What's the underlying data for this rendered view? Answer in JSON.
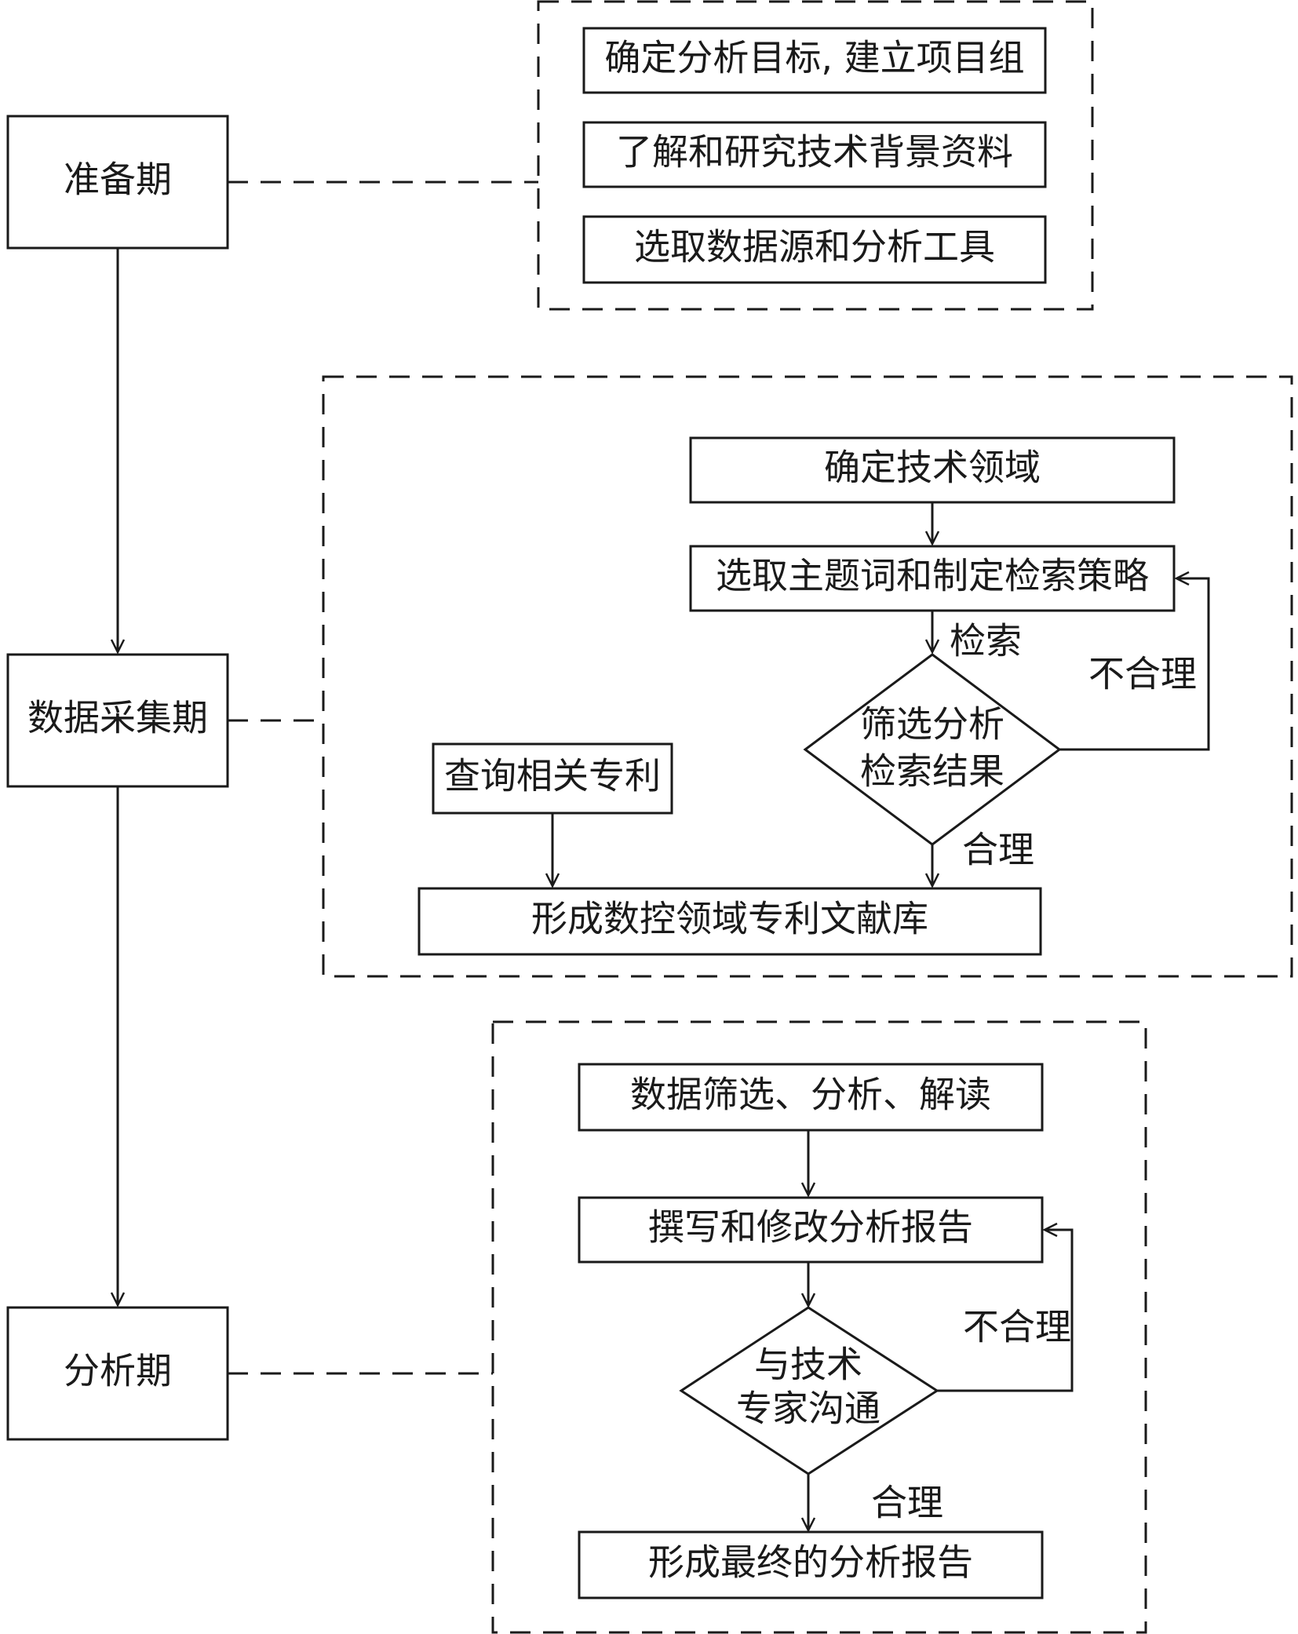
{
  "phases": {
    "prep": "准备期",
    "collect": "数据采集期",
    "analysis": "分析期"
  },
  "prep_group": {
    "step1": "确定分析目标, 建立项目组",
    "step2": "了解和研究技术背景资料",
    "step3": "选取数据源和分析工具"
  },
  "collect_group": {
    "tech_field": "确定技术领域",
    "strategy": "选取主题词和制定检索策略",
    "search_label": "检索",
    "decision_line1": "筛选分析",
    "decision_line2": "检索结果",
    "unreasonable": "不合理",
    "reasonable": "合理",
    "query": "查询相关专利",
    "database": "形成数控领域专利文献库"
  },
  "analysis_group": {
    "interpret": "数据筛选、分析、解读",
    "write": "撰写和修改分析报告",
    "decision_line1": "与技术",
    "decision_line2": "专家沟通",
    "unreasonable": "不合理",
    "reasonable": "合理",
    "final": "形成最终的分析报告"
  }
}
